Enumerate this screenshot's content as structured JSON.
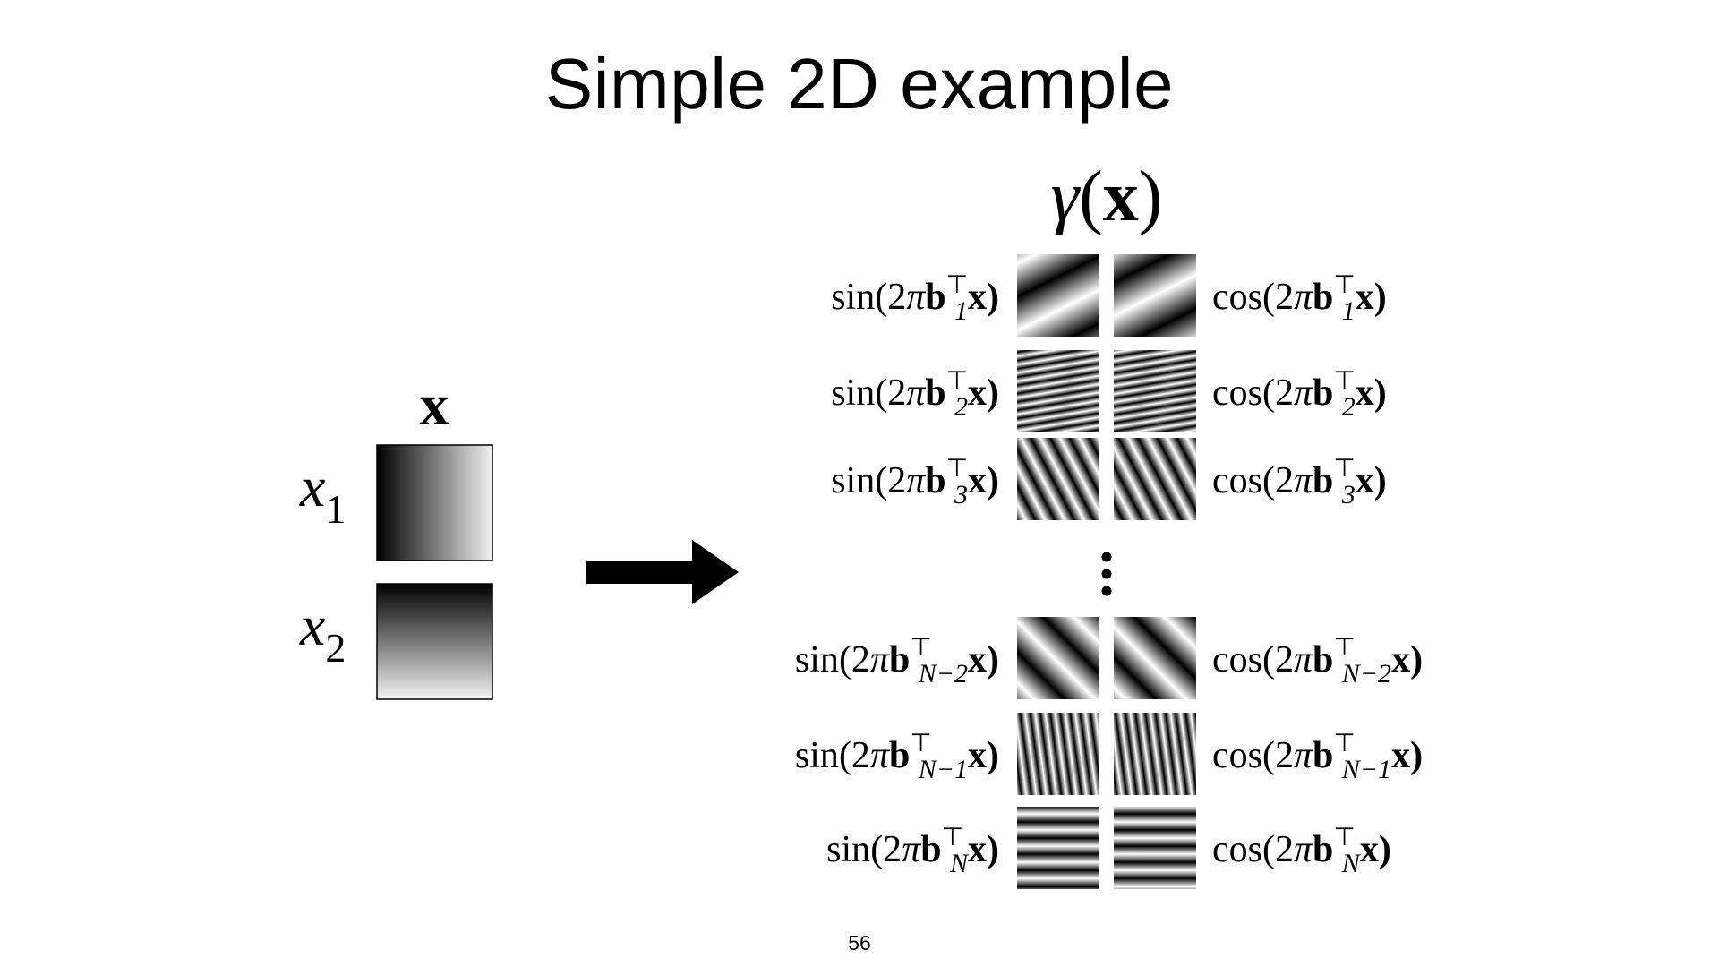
{
  "title": "Simple 2D example",
  "input": {
    "vector_symbol": "x",
    "components": [
      {
        "base": "x",
        "sub": "1",
        "gradient": "horizontal"
      },
      {
        "base": "x",
        "sub": "2",
        "gradient": "vertical"
      }
    ]
  },
  "output": {
    "gamma": "γ",
    "open_paren": "(",
    "arg": "x",
    "close_paren": ")",
    "ellipsis": "⋮"
  },
  "features": [
    {
      "fn_sin": "sin",
      "fn_cos": "cos",
      "pre": "(2",
      "pi": "π",
      "b": "b",
      "sup": "⊤",
      "sub": "1",
      "post": "x)"
    },
    {
      "fn_sin": "sin",
      "fn_cos": "cos",
      "pre": "(2",
      "pi": "π",
      "b": "b",
      "sup": "⊤",
      "sub": "2",
      "post": "x)"
    },
    {
      "fn_sin": "sin",
      "fn_cos": "cos",
      "pre": "(2",
      "pi": "π",
      "b": "b",
      "sup": "⊤",
      "sub": "3",
      "post": "x)"
    },
    {
      "fn_sin": "sin",
      "fn_cos": "cos",
      "pre": "(2",
      "pi": "π",
      "b": "b",
      "sup": "⊤",
      "sub": "N−2",
      "post": "x)"
    },
    {
      "fn_sin": "sin",
      "fn_cos": "cos",
      "pre": "(2",
      "pi": "π",
      "b": "b",
      "sup": "⊤",
      "sub": "N−1",
      "post": "x)"
    },
    {
      "fn_sin": "sin",
      "fn_cos": "cos",
      "pre": "(2",
      "pi": "π",
      "b": "b",
      "sup": "⊤",
      "sub": "N",
      "post": "x)"
    }
  ],
  "page_number": "56"
}
